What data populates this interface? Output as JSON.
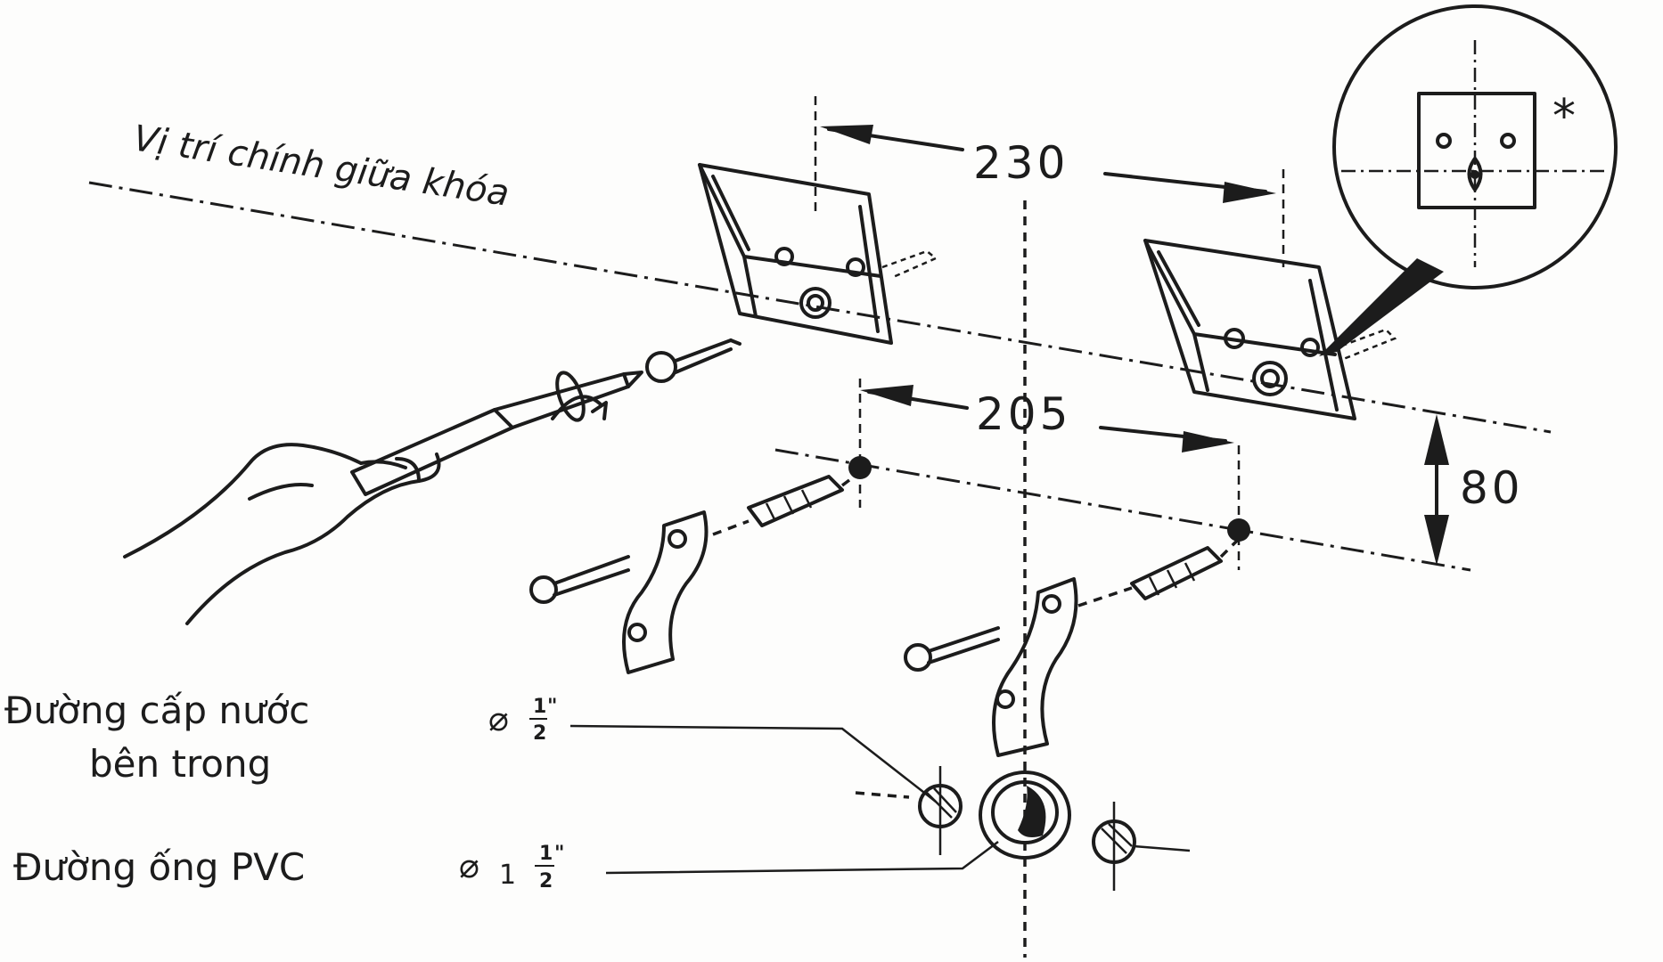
{
  "labels": {
    "centerline": "Vị trí chính giữa khóa",
    "dim_230": "230",
    "dim_205": "205",
    "dim_80": "80",
    "asterisk": "*",
    "water_supply_line1": "Đường cấp nước",
    "water_supply_line2": "bên trong",
    "water_diameter_symbol": "⌀",
    "water_diameter_num": "1",
    "water_diameter_den": "2",
    "water_diameter_unit": "\"",
    "pvc_label": "Đường ống PVC",
    "pvc_diameter_symbol": "⌀",
    "pvc_diameter_whole": "1",
    "pvc_diameter_num": "1",
    "pvc_diameter_den": "2",
    "pvc_diameter_unit": "\""
  },
  "colors": {
    "ink": "#1c1c1c",
    "paper": "#fdfdfc"
  },
  "icons": [
    "mounting-bracket-icon",
    "wall-anchor-icon",
    "screw-icon",
    "screwdriver-icon",
    "hand-icon",
    "pipe-icon"
  ]
}
